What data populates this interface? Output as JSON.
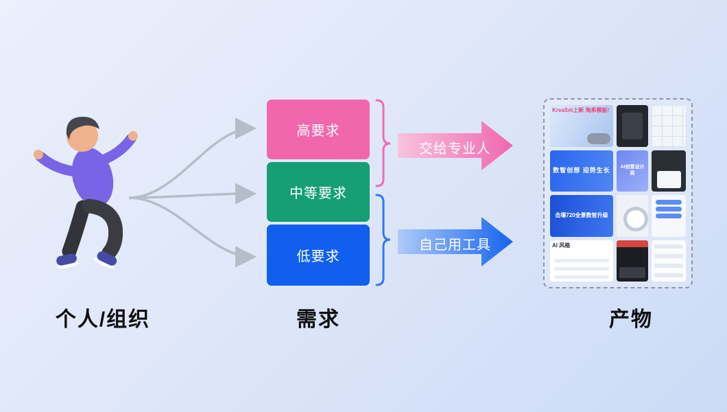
{
  "source": {
    "label": "个人/组织"
  },
  "demand": {
    "label": "需求",
    "boxes": [
      {
        "label": "高要求",
        "color": "#F266AE"
      },
      {
        "label": "中等要求",
        "color": "#169E74"
      },
      {
        "label": "低要求",
        "color": "#105FEE"
      }
    ]
  },
  "flows": [
    {
      "label": "交给专业人",
      "gradient_from": "#F7C3DD",
      "gradient_to": "#F166AF"
    },
    {
      "label": "自己用工具",
      "gradient_from": "#AFCBF8",
      "gradient_to": "#1463F0"
    }
  ],
  "output": {
    "label": "产物",
    "tiles": [
      {
        "label": "KreaSet上新 淘系模板!"
      },
      {
        "label": ""
      },
      {
        "label": ""
      },
      {
        "label": "数智创想 迎势生长"
      },
      {
        "label": "AI创意设计周"
      },
      {
        "label": ""
      },
      {
        "label": "击壤720全景数智升级"
      },
      {
        "label": ""
      },
      {
        "label": ""
      },
      {
        "label": "AI 风格"
      },
      {
        "label": ""
      },
      {
        "label": ""
      }
    ]
  },
  "colors": {
    "connector": "#b6bdc9",
    "brace_pink": "#F26BB3",
    "brace_blue": "#2F78F6",
    "background_from": "#eceffc",
    "background_to": "#cbdbf6"
  }
}
